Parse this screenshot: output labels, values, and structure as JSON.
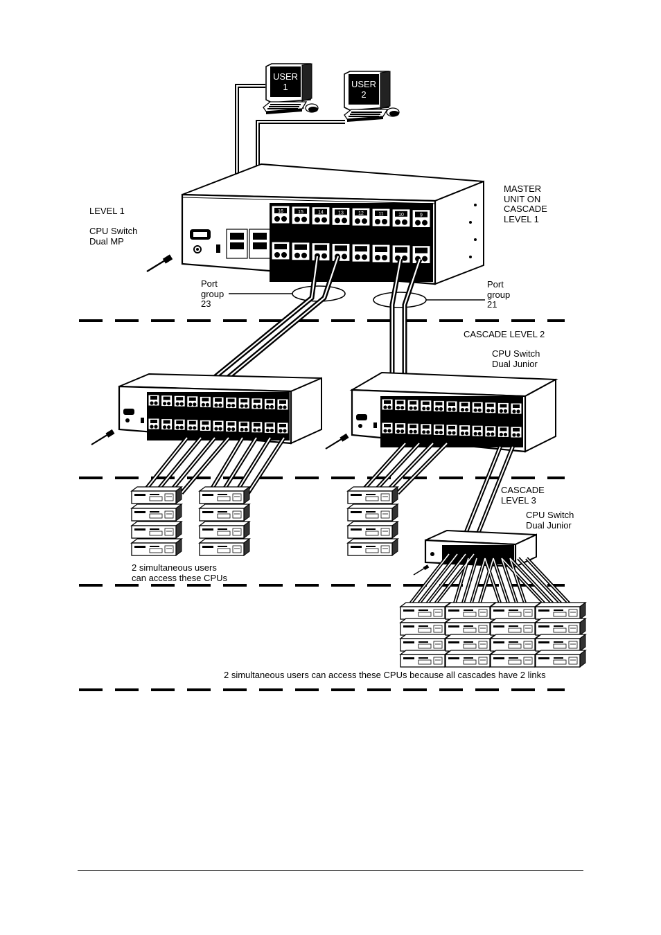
{
  "labels": {
    "level1": "LEVEL 1",
    "cpu_switch_dual_mp": "CPU Switch\nDual MP",
    "master_unit": "MASTER\nUNIT ON\nCASCADE\nLEVEL 1",
    "port_group_23": "Port\ngroup\n23",
    "port_group_21": "Port\ngroup\n21",
    "cascade_level2": "CASCADE LEVEL 2",
    "cpu_switch_dual_junior_l2": "CPU Switch\nDual Junior",
    "cascade_level3": "CASCADE\nLEVEL 3",
    "cpu_switch_dual_junior_l3": "CPU Switch\nDual Junior",
    "users_note_level2": "2 simultaneous users\ncan access these CPUs",
    "users_note_level3": "2 simultaneous users can access these CPUs because all cascades have 2 links"
  },
  "users": [
    {
      "line1": "USER",
      "line2": "1"
    },
    {
      "line1": "USER",
      "line2": "2"
    }
  ],
  "master_port_numbers": [
    "16",
    "15",
    "14",
    "13",
    "12",
    "11",
    "10",
    "9"
  ]
}
